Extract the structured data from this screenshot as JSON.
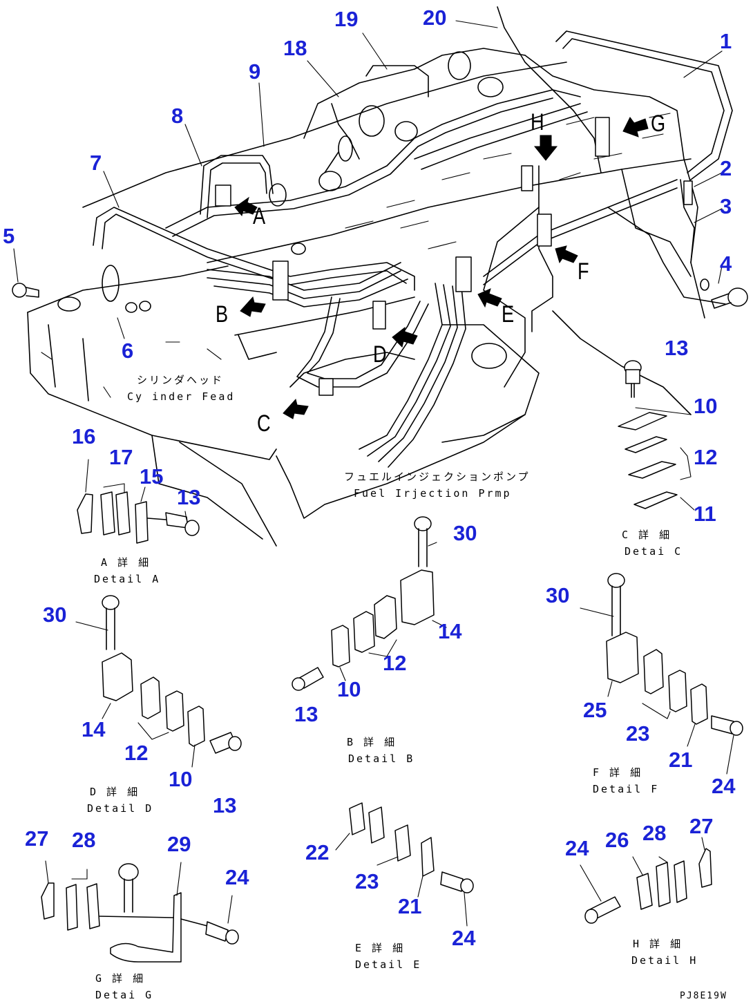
{
  "callouts": {
    "n1": "1",
    "n2": "2",
    "n3": "3",
    "n4": "4",
    "n5": "5",
    "n6": "6",
    "n7": "7",
    "n8": "8",
    "n9": "9",
    "n18": "18",
    "n19": "19",
    "n20": "20",
    "n13_c": "13",
    "n10_c": "10",
    "n12_c": "12",
    "n11_c": "11",
    "n16_a": "16",
    "n17_a": "17",
    "n15_a": "15",
    "n13_a": "13",
    "n30_b": "30",
    "n14_b": "14",
    "n12_b": "12",
    "n10_b": "10",
    "n13_b": "13",
    "n30_d": "30",
    "n14_d": "14",
    "n12_d": "12",
    "n10_d": "10",
    "n13_d": "13",
    "n30_f": "30",
    "n25_f": "25",
    "n23_f": "23",
    "n21_f": "21",
    "n24_f": "24",
    "n27_g": "27",
    "n28_g": "28",
    "n29_g": "29",
    "n24_g": "24",
    "n22_e": "22",
    "n23_e": "23",
    "n21_e": "21",
    "n24_e": "24",
    "n24_h": "24",
    "n26_h": "26",
    "n28_h": "28",
    "n27_h": "27"
  },
  "view_letters": {
    "A": "A",
    "B": "B",
    "C": "C",
    "D": "D",
    "E": "E",
    "F": "F",
    "G": "G",
    "H": "H"
  },
  "labels": {
    "cylinder_head_jp": "シリンダヘッド",
    "cylinder_head_en": "Cy inder Fead",
    "fuel_pump_jp": "フュエルインジェクションポンプ",
    "fuel_pump_en": "Fuel Irjection Prmp"
  },
  "details": {
    "A": {
      "jp": "A 詳 細",
      "en": "Detail A"
    },
    "B": {
      "jp": "B 詳 細",
      "en": "Detail B"
    },
    "C": {
      "jp": "C 詳 細",
      "en": "Detai C"
    },
    "D": {
      "jp": "D 詳 細",
      "en": "Detail D"
    },
    "E": {
      "jp": "E 詳 細",
      "en": "Detail E"
    },
    "F": {
      "jp": "F 詳 細",
      "en": "Detail F"
    },
    "G": {
      "jp": "G 詳 細",
      "en": "Detai G"
    },
    "H": {
      "jp": "H 詳 細",
      "en": "Detail H"
    }
  },
  "drawing_code": "PJ8E19W",
  "colors": {
    "callout": "#1a22d6",
    "line": "#000000",
    "background": "#ffffff"
  }
}
